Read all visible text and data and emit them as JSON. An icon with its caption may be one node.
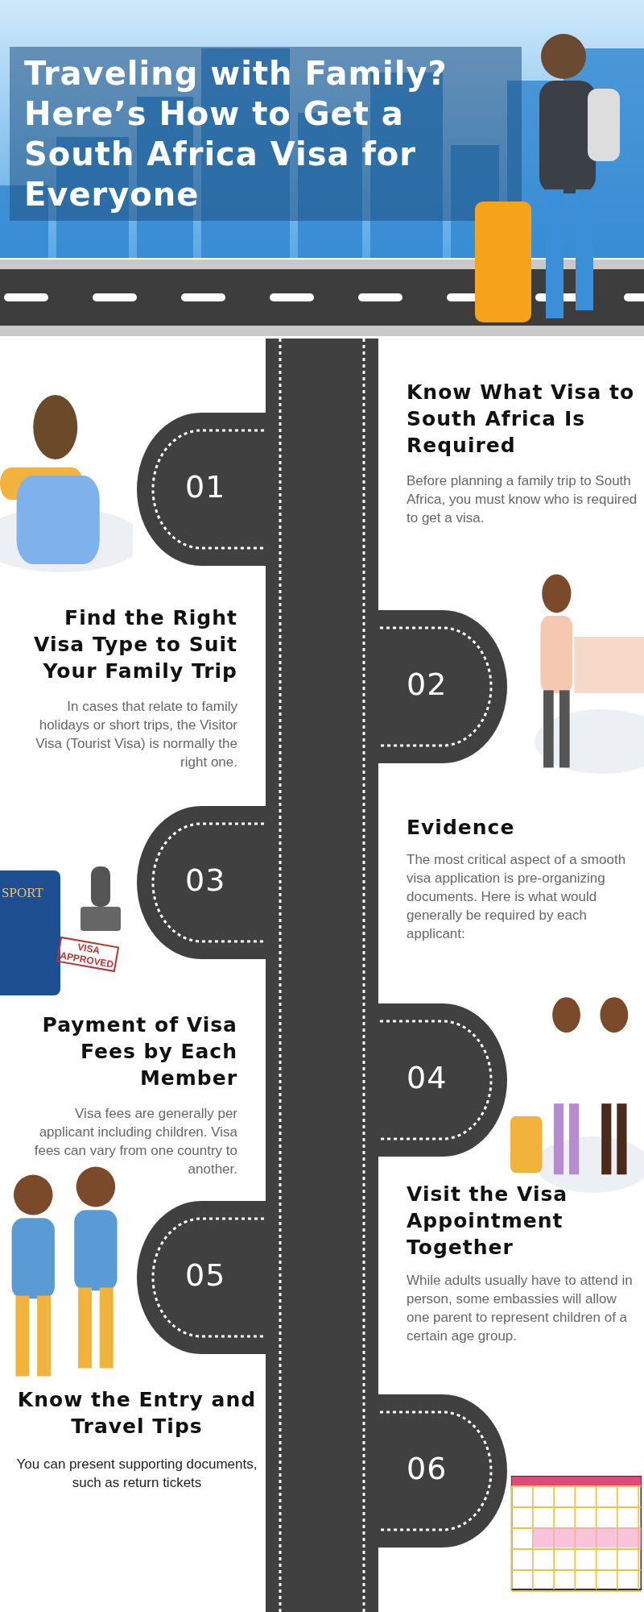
{
  "diagram": {
    "title": "Traveling with Family? Here’s How to Get a South Africa Visa for Everyone",
    "nodes": [
      {
        "text": [
          "01"
        ],
        "beside": [
          "Know What Visa to South Africa Is Required",
          "Before planning a family trip to South Africa, you must know who is required to get a visa."
        ]
      },
      {
        "text": [
          "02"
        ],
        "beside": [
          "Find the Right Visa Type to Suit Your Family Trip",
          "In cases that relate to family holidays or short trips, the Visitor Visa (Tourist Visa) is normally the right one."
        ]
      },
      {
        "text": [
          "03"
        ],
        "beside": [
          "Evidence",
          "The most critical aspect of a smooth visa application is pre-organizing documents. Here is what would generally be required by each applicant:"
        ]
      },
      {
        "text": [
          "04"
        ],
        "beside": [
          "Payment of Visa Fees by Each Member",
          "Visa fees are generally per applicant including children. Visa fees can vary from one country to another."
        ]
      },
      {
        "text": [
          "05"
        ],
        "beside": [
          "Visit the Visa Appointment Together",
          "While adults usually have to attend in person, some embassies will allow one parent to represent children of a certain age group."
        ]
      },
      {
        "text": [
          "06"
        ],
        "beside": [
          "Know the Entry and Travel Tips",
          "You can present supporting documents, such as return tickets"
        ]
      }
    ],
    "labels": [
      "SPORT",
      "VISA APPROVED"
    ]
  }
}
